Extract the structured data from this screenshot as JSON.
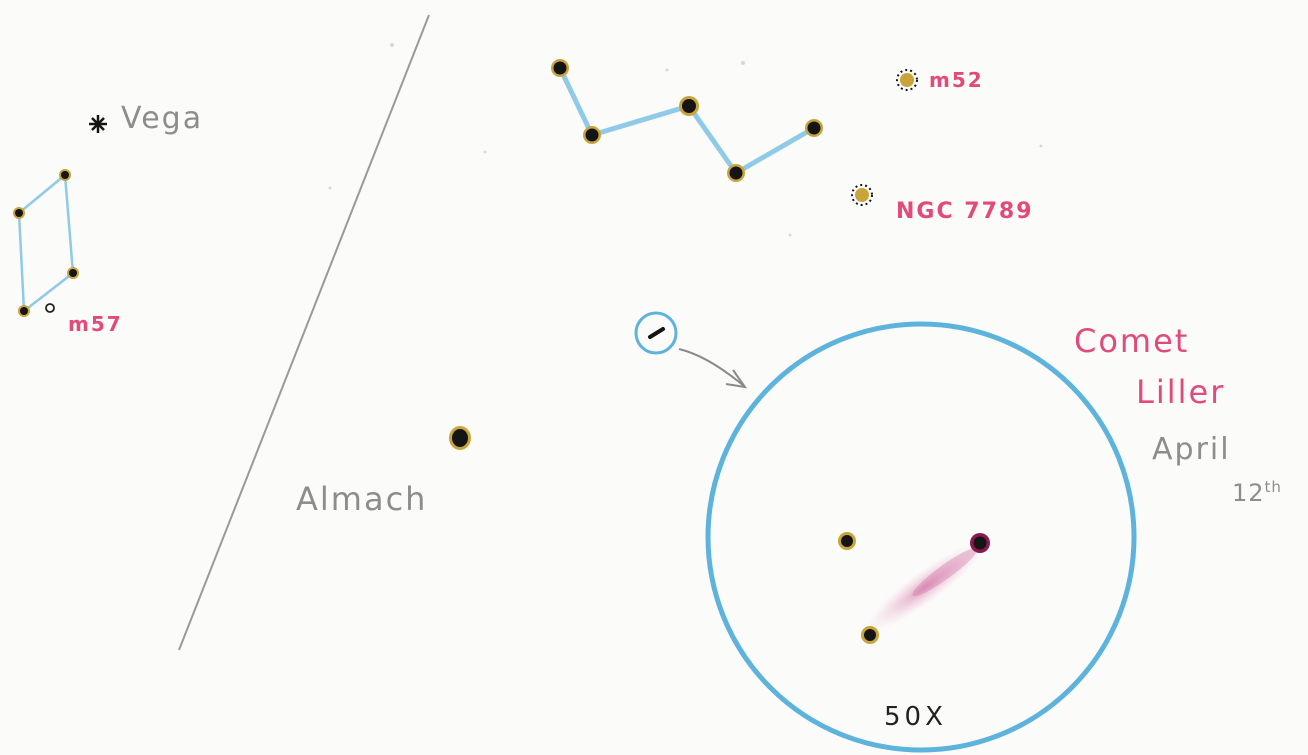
{
  "labels": {
    "vega": "Vega",
    "m57": "m57",
    "m52": "m52",
    "ngc7789": "NGC 7789",
    "almach": "Almach",
    "comet_line1": "Comet",
    "comet_line2": "Liller",
    "date_month": "April",
    "date_day": "12",
    "date_suffix": "th",
    "magnification": "50X"
  },
  "colors": {
    "paper": "#fbfbfa",
    "asterism_line": "#8fcbe6",
    "star_core": "#151515",
    "star_halo": "#c9a43a",
    "eyepiece_circle": "#5db3dc",
    "comet_coma": "#8a1a4e",
    "comet_tail": "#d88fb3",
    "label_pink": "#e34a7c",
    "label_gray": "#8d8d8d",
    "divider": "#9a9a9a"
  },
  "icons": {
    "vega": "asterisk-star-icon",
    "clusters": "sunburst-cluster-icon",
    "nebula": "ring-nebula-icon",
    "pointer": "curved-arrow-icon"
  }
}
